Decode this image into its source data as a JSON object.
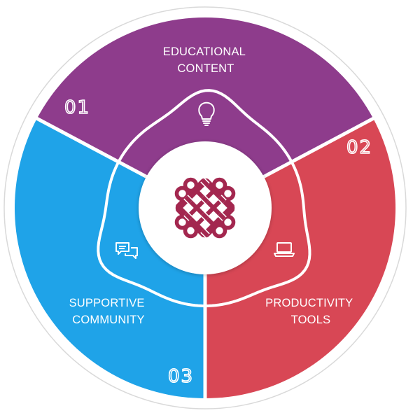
{
  "segments": [
    {
      "id": "educational-content",
      "number": "01",
      "label_lines": [
        "EDUCATIONAL",
        "CONTENT"
      ],
      "color": "#8e3c8c",
      "icon": "lightbulb-icon"
    },
    {
      "id": "productivity-tools",
      "number": "02",
      "label_lines": [
        "PRODUCTIVITY",
        "TOOLS"
      ],
      "color": "#d84755",
      "icon": "laptop-icon"
    },
    {
      "id": "supportive-community",
      "number": "03",
      "label_lines": [
        "SUPPORTIVE",
        "COMMUNITY"
      ],
      "color": "#1fa3e8",
      "icon": "chat-bubbles-icon"
    }
  ],
  "center": {
    "icon": "endless-knot-icon",
    "color": "#a3274f"
  },
  "colors": {
    "divider": "#ffffff",
    "outer_ring": "#d9d9d9",
    "center_fill": "#ffffff"
  }
}
